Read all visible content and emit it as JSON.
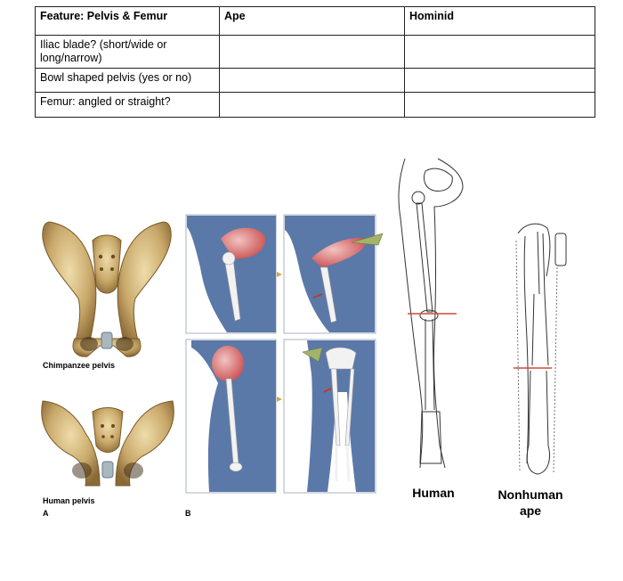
{
  "table": {
    "headers": [
      "Feature: Pelvis & Femur",
      "Ape",
      "Hominid"
    ],
    "rows": [
      [
        "Iliac blade? (short/wide or long/narrow)",
        "",
        ""
      ],
      [
        "Bowl shaped pelvis (yes or no)",
        "",
        ""
      ],
      [
        "Femur: angled or straight?",
        "",
        ""
      ]
    ]
  },
  "figure": {
    "panel_a": {
      "letter": "A",
      "chimp_caption": "Chimpanzee pelvis",
      "human_caption": "Human pelvis"
    },
    "panel_b": {
      "letter": "B"
    },
    "legs": {
      "human_label": "Human",
      "ape_label_line1": "Nonhuman",
      "ape_label_line2": "ape"
    },
    "colors": {
      "bone": "#c9a96b",
      "body_blue": "#5b79a8",
      "muscle_red": "#c84a4a",
      "axis_line": "#d24a3a"
    }
  }
}
